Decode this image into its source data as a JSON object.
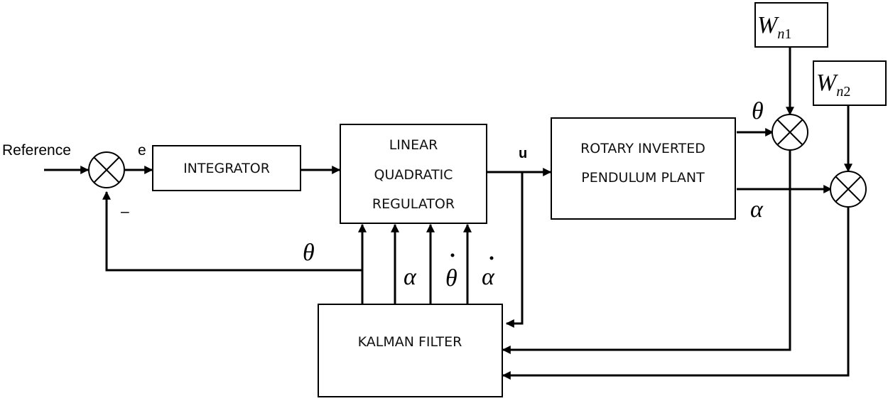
{
  "blocks": {
    "integrator": "INTEGRATOR",
    "lqr": [
      "LINEAR",
      "QUADRATIC",
      "REGULATOR"
    ],
    "plant": [
      "ROTARY INVERTED",
      "PENDULUM PLANT"
    ],
    "kalman": "KALMAN FILTER",
    "noise1": {
      "base": "W",
      "sub": "n",
      "idx": "1"
    },
    "noise2": {
      "base": "W",
      "sub": "n",
      "idx": "2"
    }
  },
  "labels": {
    "reference": "Reference",
    "error": "e",
    "minus": "–",
    "control": "u",
    "theta_out": "θ",
    "alpha_out": "α",
    "theta_feedback": "θ",
    "alpha_state": "α",
    "theta_dot": "θ",
    "alpha_dot": "α"
  }
}
